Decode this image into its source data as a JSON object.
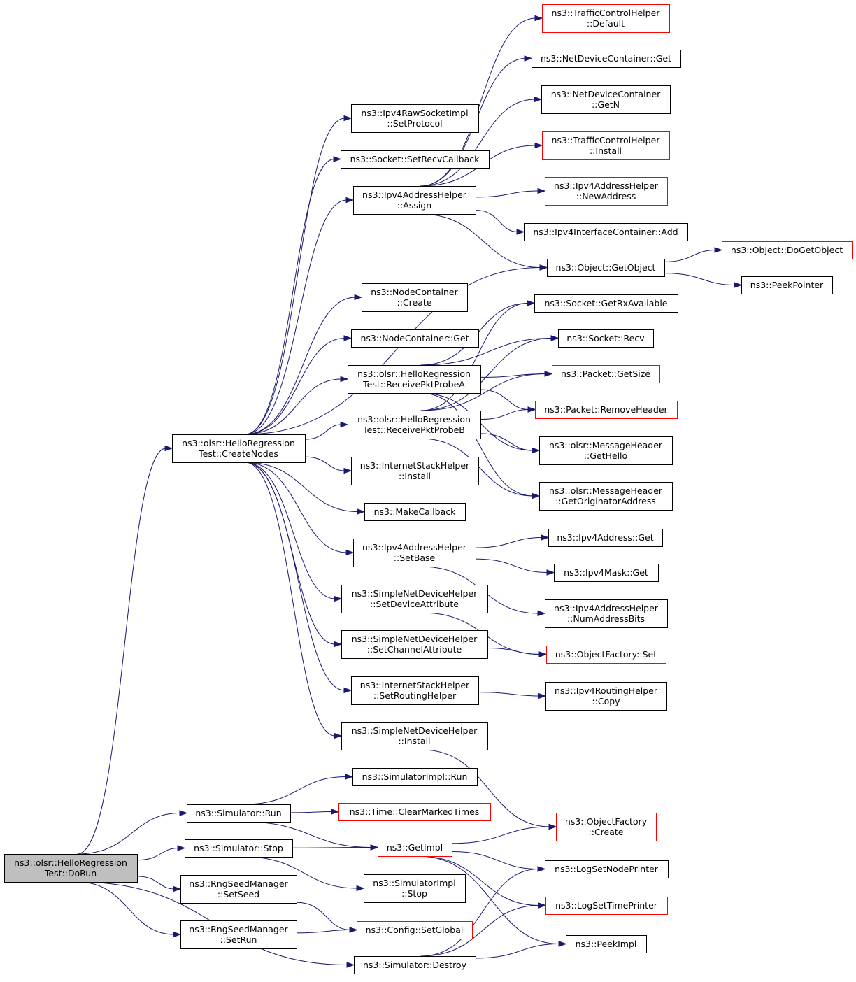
{
  "graph": {
    "nodes": [
      {
        "id": "dorun",
        "lines": [
          "ns3::olsr::HelloRegression",
          "Test::DoRun"
        ],
        "style": "root"
      },
      {
        "id": "createnodes",
        "lines": [
          "ns3::olsr::HelloRegression",
          "Test::CreateNodes"
        ],
        "style": "normal"
      },
      {
        "id": "sim_run",
        "lines": [
          "ns3::Simulator::Run"
        ],
        "style": "normal"
      },
      {
        "id": "sim_stop",
        "lines": [
          "ns3::Simulator::Stop"
        ],
        "style": "normal"
      },
      {
        "id": "rng_setseed",
        "lines": [
          "ns3::RngSeedManager",
          "::SetSeed"
        ],
        "style": "normal"
      },
      {
        "id": "rng_setrun",
        "lines": [
          "ns3::RngSeedManager",
          "::SetRun"
        ],
        "style": "normal"
      },
      {
        "id": "sim_destroy",
        "lines": [
          "ns3::Simulator::Destroy"
        ],
        "style": "normal"
      },
      {
        "id": "rawsock_setproto",
        "lines": [
          "ns3::Ipv4RawSocketImpl",
          "::SetProtocol"
        ],
        "style": "normal"
      },
      {
        "id": "sock_setrecvcb",
        "lines": [
          "ns3::Socket::SetRecvCallback"
        ],
        "style": "normal"
      },
      {
        "id": "addrhelper_assign",
        "lines": [
          "ns3::Ipv4AddressHelper",
          "::Assign"
        ],
        "style": "normal"
      },
      {
        "id": "nodecont_create",
        "lines": [
          "ns3::NodeContainer",
          "::Create"
        ],
        "style": "normal"
      },
      {
        "id": "nodecont_get",
        "lines": [
          "ns3::NodeContainer::Get"
        ],
        "style": "normal"
      },
      {
        "id": "probeA",
        "lines": [
          "ns3::olsr::HelloRegression",
          "Test::ReceivePktProbeA"
        ],
        "style": "normal"
      },
      {
        "id": "probeB",
        "lines": [
          "ns3::olsr::HelloRegression",
          "Test::ReceivePktProbeB"
        ],
        "style": "normal"
      },
      {
        "id": "inet_install",
        "lines": [
          "ns3::InternetStackHelper",
          "::Install"
        ],
        "style": "normal"
      },
      {
        "id": "makecallback",
        "lines": [
          "ns3::MakeCallback"
        ],
        "style": "normal"
      },
      {
        "id": "addrhelper_setbase",
        "lines": [
          "ns3::Ipv4AddressHelper",
          "::SetBase"
        ],
        "style": "normal"
      },
      {
        "id": "sndh_setdevattr",
        "lines": [
          "ns3::SimpleNetDeviceHelper",
          "::SetDeviceAttribute"
        ],
        "style": "normal"
      },
      {
        "id": "sndh_setchanattr",
        "lines": [
          "ns3::SimpleNetDeviceHelper",
          "::SetChannelAttribute"
        ],
        "style": "normal"
      },
      {
        "id": "inet_setrouting",
        "lines": [
          "ns3::InternetStackHelper",
          "::SetRoutingHelper"
        ],
        "style": "normal"
      },
      {
        "id": "sndh_install",
        "lines": [
          "ns3::SimpleNetDeviceHelper",
          "::Install"
        ],
        "style": "normal"
      },
      {
        "id": "simimpl_run",
        "lines": [
          "ns3::SimulatorImpl::Run"
        ],
        "style": "normal"
      },
      {
        "id": "time_clear",
        "lines": [
          "ns3::Time::ClearMarkedTimes"
        ],
        "style": "red"
      },
      {
        "id": "getimpl",
        "lines": [
          "ns3::GetImpl"
        ],
        "style": "red"
      },
      {
        "id": "simimpl_stop",
        "lines": [
          "ns3::SimulatorImpl",
          "::Stop"
        ],
        "style": "normal"
      },
      {
        "id": "config_setglobal",
        "lines": [
          "ns3::Config::SetGlobal"
        ],
        "style": "red"
      },
      {
        "id": "tch_default",
        "lines": [
          "ns3::TrafficControlHelper",
          "::Default"
        ],
        "style": "red"
      },
      {
        "id": "ndc_get",
        "lines": [
          "ns3::NetDeviceContainer::Get"
        ],
        "style": "normal"
      },
      {
        "id": "ndc_getn",
        "lines": [
          "ns3::NetDeviceContainer",
          "::GetN"
        ],
        "style": "normal"
      },
      {
        "id": "tch_install",
        "lines": [
          "ns3::TrafficControlHelper",
          "::Install"
        ],
        "style": "red"
      },
      {
        "id": "addrhelper_newaddr",
        "lines": [
          "ns3::Ipv4AddressHelper",
          "::NewAddress"
        ],
        "style": "red"
      },
      {
        "id": "ifcont_add",
        "lines": [
          "ns3::Ipv4InterfaceContainer::Add"
        ],
        "style": "normal"
      },
      {
        "id": "obj_getobject",
        "lines": [
          "ns3::Object::GetObject"
        ],
        "style": "normal"
      },
      {
        "id": "obj_dogetobject",
        "lines": [
          "ns3::Object::DoGetObject"
        ],
        "style": "red"
      },
      {
        "id": "peekpointer",
        "lines": [
          "ns3::PeekPointer"
        ],
        "style": "normal"
      },
      {
        "id": "sock_getrxavail",
        "lines": [
          "ns3::Socket::GetRxAvailable"
        ],
        "style": "normal"
      },
      {
        "id": "sock_recv",
        "lines": [
          "ns3::Socket::Recv"
        ],
        "style": "normal"
      },
      {
        "id": "pkt_getsize",
        "lines": [
          "ns3::Packet::GetSize"
        ],
        "style": "red"
      },
      {
        "id": "pkt_removeheader",
        "lines": [
          "ns3::Packet::RemoveHeader"
        ],
        "style": "red"
      },
      {
        "id": "msghdr_gethello",
        "lines": [
          "ns3::olsr::MessageHeader",
          "::GetHello"
        ],
        "style": "normal"
      },
      {
        "id": "msghdr_getorig",
        "lines": [
          "ns3::olsr::MessageHeader",
          "::GetOriginatorAddress"
        ],
        "style": "normal"
      },
      {
        "id": "ipv4addr_get",
        "lines": [
          "ns3::Ipv4Address::Get"
        ],
        "style": "normal"
      },
      {
        "id": "ipv4mask_get",
        "lines": [
          "ns3::Ipv4Mask::Get"
        ],
        "style": "normal"
      },
      {
        "id": "addrhelper_numbits",
        "lines": [
          "ns3::Ipv4AddressHelper",
          "::NumAddressBits"
        ],
        "style": "normal"
      },
      {
        "id": "objfactory_set",
        "lines": [
          "ns3::ObjectFactory::Set"
        ],
        "style": "red"
      },
      {
        "id": "routinghelper_copy",
        "lines": [
          "ns3::Ipv4RoutingHelper",
          "::Copy"
        ],
        "style": "normal"
      },
      {
        "id": "objfactory_create",
        "lines": [
          "ns3::ObjectFactory",
          "::Create"
        ],
        "style": "red"
      },
      {
        "id": "log_setnodeprinter",
        "lines": [
          "ns3::LogSetNodePrinter"
        ],
        "style": "normal"
      },
      {
        "id": "log_settimeprinter",
        "lines": [
          "ns3::LogSetTimePrinter"
        ],
        "style": "red"
      },
      {
        "id": "peekimpl",
        "lines": [
          "ns3::PeekImpl"
        ],
        "style": "normal"
      }
    ],
    "edges": [
      [
        "dorun",
        "createnodes"
      ],
      [
        "dorun",
        "sim_run"
      ],
      [
        "dorun",
        "sim_stop"
      ],
      [
        "dorun",
        "rng_setseed"
      ],
      [
        "dorun",
        "rng_setrun"
      ],
      [
        "dorun",
        "sim_destroy"
      ],
      [
        "createnodes",
        "rawsock_setproto"
      ],
      [
        "createnodes",
        "sock_setrecvcb"
      ],
      [
        "createnodes",
        "addrhelper_assign"
      ],
      [
        "createnodes",
        "obj_getobject"
      ],
      [
        "createnodes",
        "nodecont_create"
      ],
      [
        "createnodes",
        "nodecont_get"
      ],
      [
        "createnodes",
        "probeA"
      ],
      [
        "createnodes",
        "probeB"
      ],
      [
        "createnodes",
        "inet_install"
      ],
      [
        "createnodes",
        "makecallback"
      ],
      [
        "createnodes",
        "addrhelper_setbase"
      ],
      [
        "createnodes",
        "sndh_setdevattr"
      ],
      [
        "createnodes",
        "sndh_setchanattr"
      ],
      [
        "createnodes",
        "inet_setrouting"
      ],
      [
        "createnodes",
        "sndh_install"
      ],
      [
        "addrhelper_assign",
        "tch_default"
      ],
      [
        "addrhelper_assign",
        "ndc_get"
      ],
      [
        "addrhelper_assign",
        "ndc_getn"
      ],
      [
        "addrhelper_assign",
        "tch_install"
      ],
      [
        "addrhelper_assign",
        "addrhelper_newaddr"
      ],
      [
        "addrhelper_assign",
        "ifcont_add"
      ],
      [
        "addrhelper_assign",
        "obj_getobject"
      ],
      [
        "obj_getobject",
        "obj_dogetobject"
      ],
      [
        "obj_getobject",
        "peekpointer"
      ],
      [
        "probeA",
        "sock_getrxavail"
      ],
      [
        "probeA",
        "sock_recv"
      ],
      [
        "probeA",
        "pkt_getsize"
      ],
      [
        "probeA",
        "pkt_removeheader"
      ],
      [
        "probeA",
        "msghdr_gethello"
      ],
      [
        "probeA",
        "msghdr_getorig"
      ],
      [
        "probeB",
        "sock_getrxavail"
      ],
      [
        "probeB",
        "sock_recv"
      ],
      [
        "probeB",
        "pkt_getsize"
      ],
      [
        "probeB",
        "pkt_removeheader"
      ],
      [
        "probeB",
        "msghdr_gethello"
      ],
      [
        "probeB",
        "msghdr_getorig"
      ],
      [
        "addrhelper_setbase",
        "ipv4addr_get"
      ],
      [
        "addrhelper_setbase",
        "ipv4mask_get"
      ],
      [
        "addrhelper_setbase",
        "addrhelper_numbits"
      ],
      [
        "sndh_setdevattr",
        "objfactory_set"
      ],
      [
        "sndh_setchanattr",
        "objfactory_set"
      ],
      [
        "inet_setrouting",
        "routinghelper_copy"
      ],
      [
        "sndh_install",
        "objfactory_create"
      ],
      [
        "sim_run",
        "simimpl_run"
      ],
      [
        "sim_run",
        "time_clear"
      ],
      [
        "sim_run",
        "getimpl"
      ],
      [
        "sim_stop",
        "getimpl"
      ],
      [
        "sim_stop",
        "simimpl_stop"
      ],
      [
        "rng_setseed",
        "config_setglobal"
      ],
      [
        "rng_setrun",
        "config_setglobal"
      ],
      [
        "getimpl",
        "objfactory_create"
      ],
      [
        "getimpl",
        "log_setnodeprinter"
      ],
      [
        "getimpl",
        "log_settimeprinter"
      ],
      [
        "getimpl",
        "peekimpl"
      ],
      [
        "sim_destroy",
        "log_setnodeprinter"
      ],
      [
        "sim_destroy",
        "log_settimeprinter"
      ],
      [
        "sim_destroy",
        "peekimpl"
      ]
    ]
  }
}
